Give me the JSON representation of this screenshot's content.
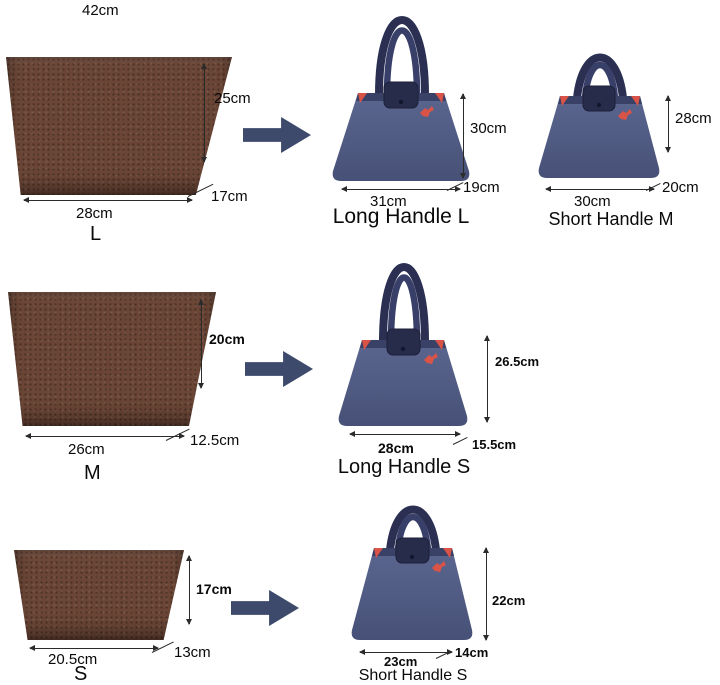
{
  "colors": {
    "felt_brown": "#6b4636",
    "bag_navy": "#4e5880",
    "bag_navy_dark": "#2b3053",
    "flap_navy": "#272c4b",
    "accent_red": "#d95447",
    "arrow_navy": "#3e4a6c"
  },
  "icons": {
    "transform_arrow": "right-block-arrow",
    "brand_mark": "horse-logo"
  },
  "rows": [
    {
      "insert": {
        "size": "L",
        "top_width": "42cm",
        "height": "25cm",
        "depth": "17cm",
        "bottom_width": "28cm"
      },
      "bags": [
        {
          "label": "Long Handle L",
          "height": "30cm",
          "bottom_width": "31cm",
          "depth": "19cm"
        },
        {
          "label": "Short Handle M",
          "height": "28cm",
          "bottom_width": "30cm",
          "depth": "20cm"
        }
      ]
    },
    {
      "insert": {
        "size": "M",
        "height": "20cm",
        "depth": "12.5cm",
        "bottom_width": "26cm"
      },
      "bags": [
        {
          "label": "Long Handle S",
          "height": "26.5cm",
          "bottom_width": "28cm",
          "depth": "15.5cm"
        }
      ]
    },
    {
      "insert": {
        "size": "S",
        "height": "17cm",
        "depth": "13cm",
        "bottom_width": "20.5cm"
      },
      "bags": [
        {
          "label": "Short Handle S",
          "height": "22cm",
          "bottom_width": "23cm",
          "depth": "14cm"
        }
      ]
    }
  ]
}
